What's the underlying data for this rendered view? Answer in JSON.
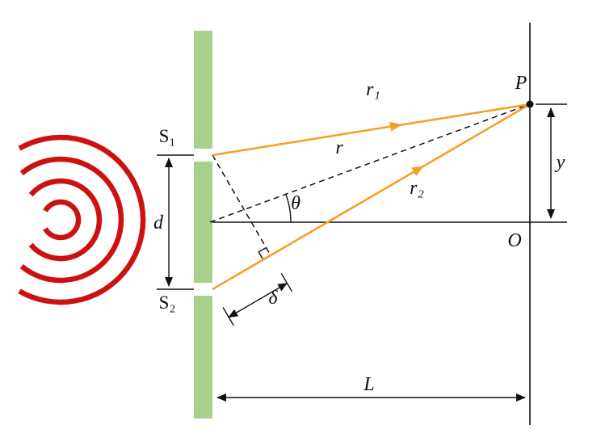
{
  "labels": {
    "slit1": "S₁",
    "slit2": "S₂",
    "slit_separation": "d",
    "ray1": "r₁",
    "ray2": "r₂",
    "ray_resultant": "r",
    "angle": "θ",
    "path_difference": "δ",
    "point_p": "P",
    "origin": "O",
    "displacement": "y",
    "screen_distance": "L"
  },
  "colors": {
    "wavefront": "#cc1111",
    "barrier": "#a8d08d",
    "ray": "#f5a02a",
    "line": "#111111"
  }
}
